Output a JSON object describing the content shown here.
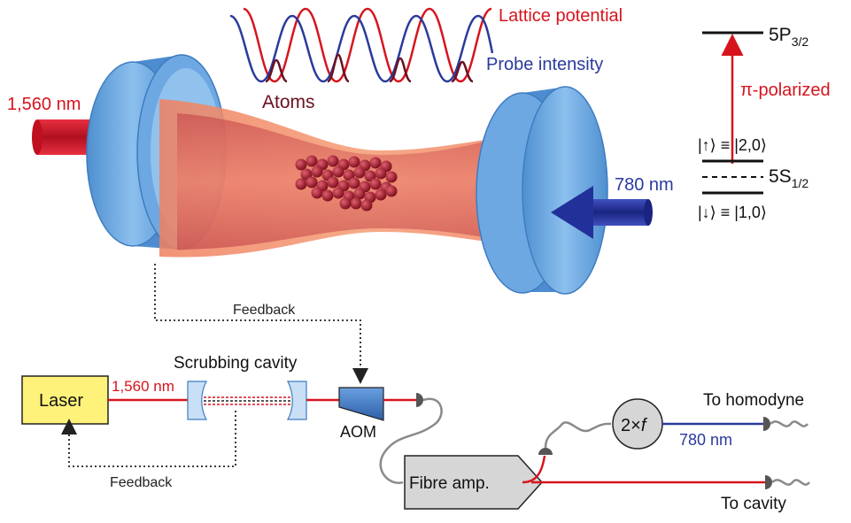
{
  "labels": {
    "lattice_potential": "Lattice potential",
    "probe_intensity": "Probe intensity",
    "atoms": "Atoms",
    "wavelength_1560_top": "1,560 nm",
    "wavelength_780_top": "780 nm",
    "feedback_top": "Feedback",
    "feedback_bottom": "Feedback",
    "scrubbing_cavity": "Scrubbing cavity",
    "laser": "Laser",
    "wavelength_1560_bottom": "1,560 nm",
    "aom": "AOM",
    "fibre_amp": "Fibre amp.",
    "doubler_main": "2×",
    "doubler_f": "f",
    "wavelength_780_bottom": "780 nm",
    "to_homodyne": "To homodyne",
    "to_cavity": "To cavity"
  },
  "levels": {
    "excited_main": "5P",
    "excited_sub": "3/2",
    "ground_main": "5S",
    "ground_sub": "1/2",
    "up_state": "|↑⟩ ≡ |2,0⟩",
    "down_state": "|↓⟩ ≡ |1,0⟩",
    "transition": "π-polarized"
  },
  "colors": {
    "red": "#d7141e",
    "blue": "#2a3a9c",
    "dark_red": "#6b1020",
    "mirror": "#5b9bd5",
    "laser_box": "#ffef7a"
  }
}
